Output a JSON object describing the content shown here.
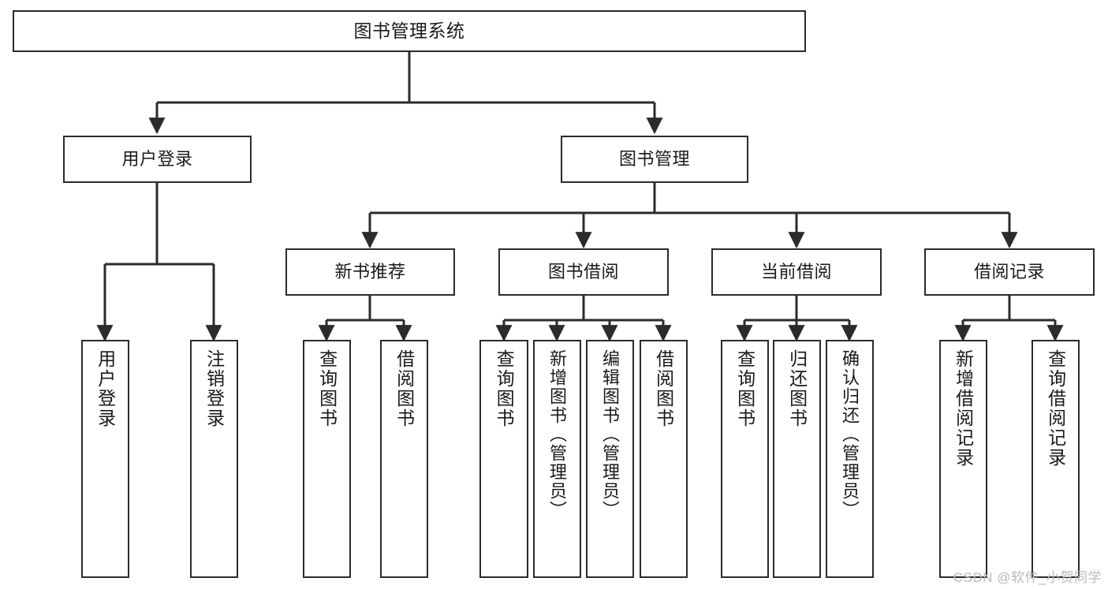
{
  "diagram": {
    "type": "tree-hierarchy",
    "title": "图书管理系统",
    "root": {
      "id": "root",
      "label": "图书管理系统"
    },
    "level2": [
      {
        "id": "user-login-group",
        "label": "用户登录"
      },
      {
        "id": "book-manage-group",
        "label": "图书管理"
      }
    ],
    "level3": [
      {
        "id": "new-book-recommend",
        "label": "新书推荐",
        "parent": "book-manage-group"
      },
      {
        "id": "book-borrow",
        "label": "图书借阅",
        "parent": "book-manage-group"
      },
      {
        "id": "current-borrow",
        "label": "当前借阅",
        "parent": "book-manage-group"
      },
      {
        "id": "borrow-record",
        "label": "借阅记录",
        "parent": "book-manage-group"
      }
    ],
    "leaves": [
      {
        "id": "leaf-user-login",
        "label": "用户登录",
        "parent": "user-login-group"
      },
      {
        "id": "leaf-user-logout",
        "label": "注销登录",
        "parent": "user-login-group"
      },
      {
        "id": "leaf-query-book-1",
        "label": "查询图书",
        "parent": "new-book-recommend"
      },
      {
        "id": "leaf-borrow-book-1",
        "label": "借阅图书",
        "parent": "new-book-recommend"
      },
      {
        "id": "leaf-query-book-2",
        "label": "查询图书",
        "parent": "book-borrow"
      },
      {
        "id": "leaf-add-book",
        "label": "新增图书（管理员）",
        "parent": "book-borrow"
      },
      {
        "id": "leaf-edit-book",
        "label": "编辑图书（管理员）",
        "parent": "book-borrow"
      },
      {
        "id": "leaf-borrow-book-2",
        "label": "借阅图书",
        "parent": "book-borrow"
      },
      {
        "id": "leaf-query-book-3",
        "label": "查询图书",
        "parent": "current-borrow"
      },
      {
        "id": "leaf-return-book",
        "label": "归还图书",
        "parent": "current-borrow"
      },
      {
        "id": "leaf-confirm-return",
        "label": "确认归还（管理员）",
        "parent": "current-borrow"
      },
      {
        "id": "leaf-add-record",
        "label": "新增借阅记录",
        "parent": "borrow-record"
      },
      {
        "id": "leaf-query-record",
        "label": "查询借阅记录",
        "parent": "borrow-record"
      }
    ],
    "colors": {
      "box_border": "#2b2b2b",
      "box_fill": "#ffffff",
      "connector": "#2b2b2b",
      "text": "#1a1a1a",
      "watermark": "#b9b9b9"
    }
  },
  "watermark": {
    "text": "CSDN @软件_小贺同学"
  }
}
